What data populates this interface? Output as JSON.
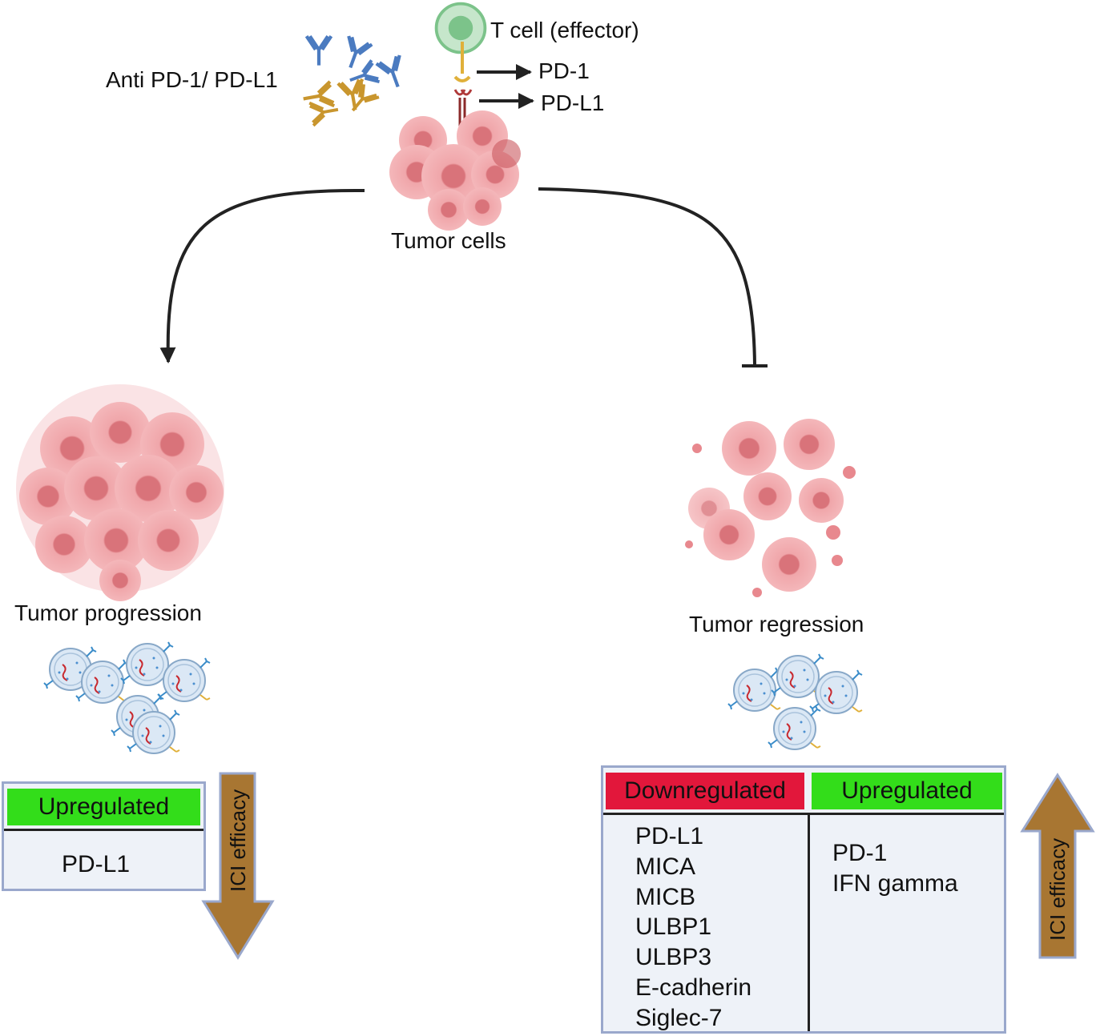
{
  "labels": {
    "t_cell": "T cell (effector)",
    "pd1_arrow": "PD-1",
    "pdl1_arrow": "PD-L1",
    "antibody": "Anti PD-1/ PD-L1",
    "tumor_cells": "Tumor cells",
    "tumor_progression": "Tumor progression",
    "tumor_regression": "Tumor regression"
  },
  "left_table": {
    "header": "Upregulated",
    "items": [
      "PD-L1"
    ],
    "arrow_label": "ICI efficacy"
  },
  "right_table": {
    "down_header": "Downregulated",
    "up_header": "Upregulated",
    "down_items": [
      "PD-L1",
      "MICA",
      "MICB",
      "ULBP1",
      "ULBP3",
      "E-cadherin",
      "Siglec-7"
    ],
    "up_items": [
      "PD-1",
      "IFN gamma"
    ],
    "arrow_label": "ICI efficacy"
  },
  "colors": {
    "header_green": "#33dd1a",
    "header_red": "#e2173b",
    "panel_fill": "#eef2f8",
    "panel_border": "#9aa8cc",
    "arrow_brown": "#a87632",
    "tumor_pink": "#e8888e",
    "tcell_green": "#a8d8b0"
  }
}
